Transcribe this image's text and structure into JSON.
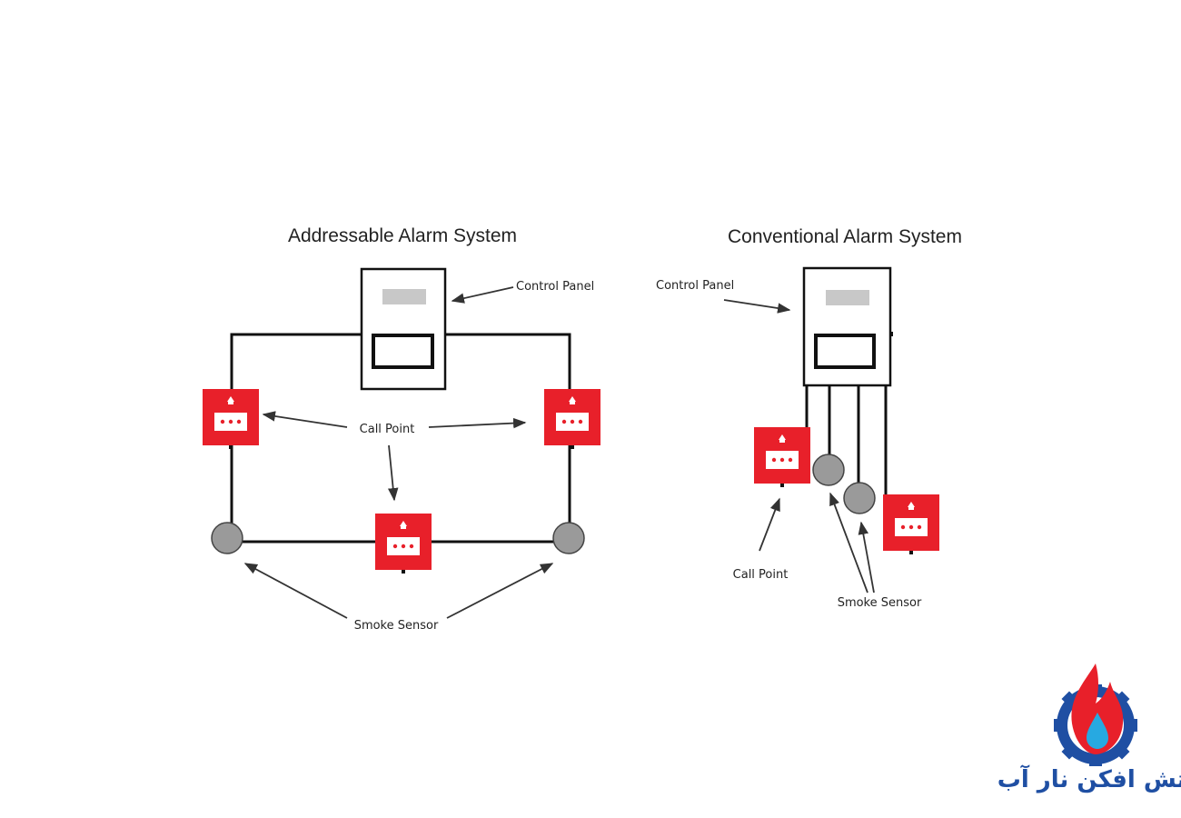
{
  "diagrams": {
    "addressable": {
      "title": "Addressable Alarm System",
      "labels": {
        "control_panel": "Control Panel",
        "call_point": "Call Point",
        "smoke_sensor": "Smoke Sensor"
      }
    },
    "conventional": {
      "title": "Conventional Alarm System",
      "labels": {
        "control_panel": "Control Panel",
        "call_point": "Call Point",
        "smoke_sensor": "Smoke Sensor"
      }
    }
  },
  "logo": {
    "text": "آتش افکن نار آب",
    "colors": {
      "gear": "#1f4fa3",
      "flame": "#e8202a",
      "drop": "#27a9e1"
    }
  },
  "colors": {
    "call_point": "#e8202a",
    "sensor": "#9a9a9a",
    "wire": "#111111",
    "panel_display": "#c8c8c8"
  }
}
